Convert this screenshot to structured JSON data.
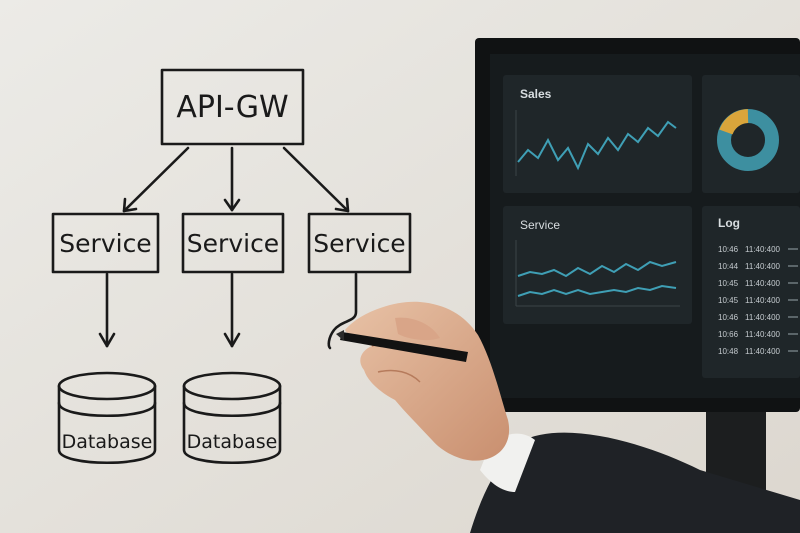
{
  "whiteboard": {
    "gateway_label": "API-GW",
    "services": [
      {
        "label": "Service"
      },
      {
        "label": "Service"
      },
      {
        "label": "Service"
      }
    ],
    "databases": [
      {
        "label": "Database"
      },
      {
        "label": "Database"
      }
    ]
  },
  "monitor": {
    "sales_panel": {
      "title": "Sales"
    },
    "service_panel": {
      "title": "Service"
    },
    "donut_panel": {
      "colors": [
        "#d9a53b",
        "#3d8fa0"
      ]
    },
    "log_panel": {
      "title": "Log",
      "rows": [
        {
          "time": "10:46",
          "stamp": "11:40:400"
        },
        {
          "time": "10:44",
          "stamp": "11:40:400"
        },
        {
          "time": "10:45",
          "stamp": "11:40:400"
        },
        {
          "time": "10:45",
          "stamp": "11:40:400"
        },
        {
          "time": "10:46",
          "stamp": "11:40:400"
        },
        {
          "time": "10:66",
          "stamp": "11:40:400"
        },
        {
          "time": "10:48",
          "stamp": "11:40:400"
        }
      ]
    },
    "accent_color": "#3f9fb5"
  }
}
